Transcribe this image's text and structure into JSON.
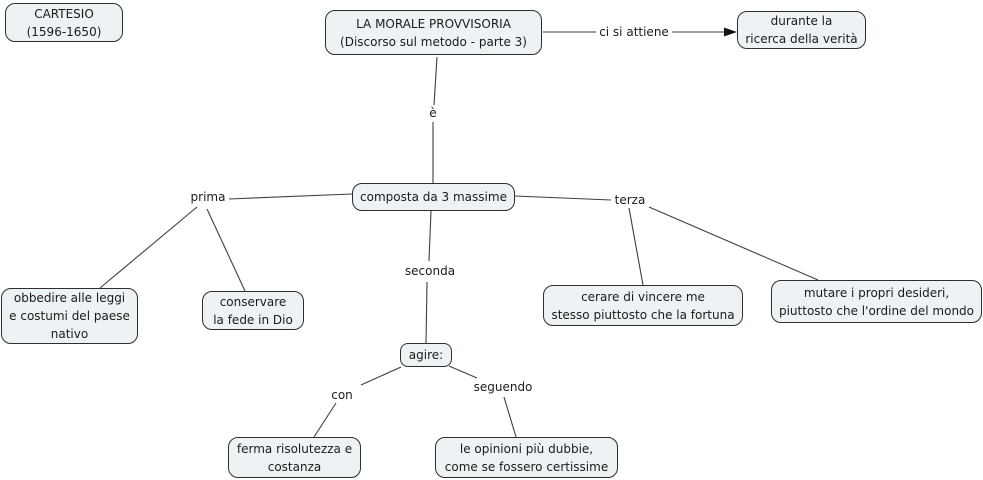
{
  "diagram": {
    "title": "LA MORALE PROVVISORIA",
    "colors": {
      "canvas-bg": "#ffffff",
      "node-fill": "#edf2f5",
      "node-border": "#2e2e2e",
      "line": "#3f3f3f",
      "text": "#1b1b1b"
    }
  },
  "nodes": {
    "cartesio": {
      "label": "CARTESIO\n(1596-1650)"
    },
    "morale": {
      "label": "LA MORALE PROVVISORIA\n(Discorso sul metodo - parte 3)"
    },
    "durante": {
      "label": "durante la\nricerca della verità"
    },
    "composta": {
      "label": "composta da 3 massime"
    },
    "obbedire": {
      "label": "obbedire alle leggi\ne costumi del paese\nnativo"
    },
    "conservare": {
      "label": "conservare\nla fede in Dio"
    },
    "agire": {
      "label": "agire:"
    },
    "cerare": {
      "label": "cerare di vincere me\nstesso piuttosto che la fortuna"
    },
    "mutare": {
      "label": "mutare i propri desideri,\npiuttosto che l'ordine del mondo"
    },
    "ferma": {
      "label": "ferma risolutezza e\ncostanza"
    },
    "opinioni": {
      "label": "le opinioni più dubbie,\ncome se fossero certissime"
    }
  },
  "links": {
    "e": "è",
    "ci_si_attiene": "ci si attiene",
    "prima": "prima",
    "seconda": "seconda",
    "terza": "terza",
    "con": "con",
    "seguendo": "seguendo"
  }
}
